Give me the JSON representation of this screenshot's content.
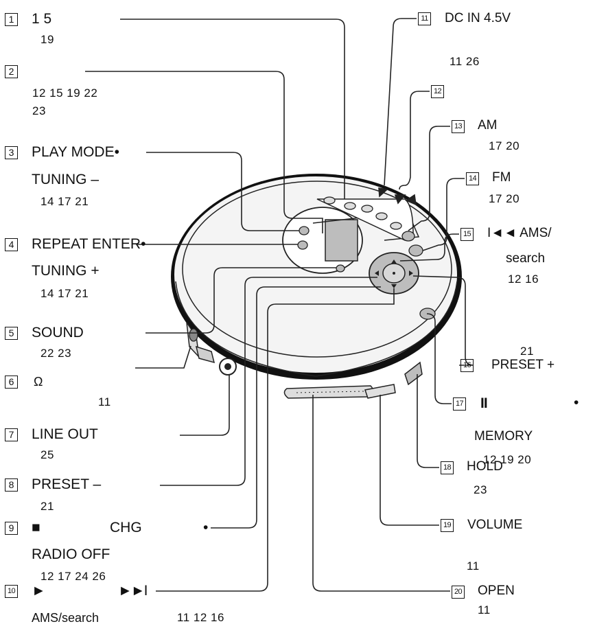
{
  "labels": {
    "l1": {
      "num": "1",
      "title": "1  5",
      "pages": "19"
    },
    "l2": {
      "num": "2",
      "title": "",
      "pages1": "12  15  19  22",
      "pages2": "23"
    },
    "l3": {
      "num": "3",
      "title": "PLAY MODE•",
      "sub": "TUNING –",
      "pages": "14  17  21"
    },
    "l4": {
      "num": "4",
      "title": "REPEAT  ENTER•",
      "sub": "TUNING +",
      "pages": "14  17  21"
    },
    "l5": {
      "num": "5",
      "title": "SOUND",
      "pages": "22  23"
    },
    "l6": {
      "num": "6",
      "title": "Ω",
      "pages": "11"
    },
    "l7": {
      "num": "7",
      "title": "LINE OUT",
      "pages": "25"
    },
    "l8": {
      "num": "8",
      "title": "PRESET –",
      "pages": "21"
    },
    "l9": {
      "num": "9",
      "title": "■",
      "title_b": "CHG",
      "sub": "RADIO OFF",
      "pages": "12  17  24  26"
    },
    "l10": {
      "num": "10",
      "title": "►",
      "title_b": "►►I",
      "sub": "AMS/search",
      "pages": "11  12  16"
    },
    "l11": {
      "num": "11",
      "title": "DC IN 4.5V",
      "pages": "11  26"
    },
    "l12": {
      "num": "12",
      "title": ""
    },
    "l13": {
      "num": "13",
      "title": "AM",
      "pages": "17  20"
    },
    "l14": {
      "num": "14",
      "title": "FM",
      "pages": "17  20"
    },
    "l15": {
      "num": "15",
      "title": "I◄◄  AMS/",
      "sub": "search",
      "pages": "12  16"
    },
    "l16": {
      "num": "16",
      "title": "PRESET +",
      "pages": "21"
    },
    "l17": {
      "num": "17",
      "title": "II",
      "sub": "MEMORY",
      "pages": "12  19  20"
    },
    "l18": {
      "num": "18",
      "title": "HOLD",
      "pages": "23"
    },
    "l19": {
      "num": "19",
      "title": "VOLUME",
      "pages": "11"
    },
    "l20": {
      "num": "20",
      "title": "OPEN",
      "pages": "11"
    }
  },
  "colors": {
    "line": "#222222",
    "button": "#cfcfcf",
    "body_light": "#f2f2f2",
    "body_shadow": "#1a1a1a"
  }
}
